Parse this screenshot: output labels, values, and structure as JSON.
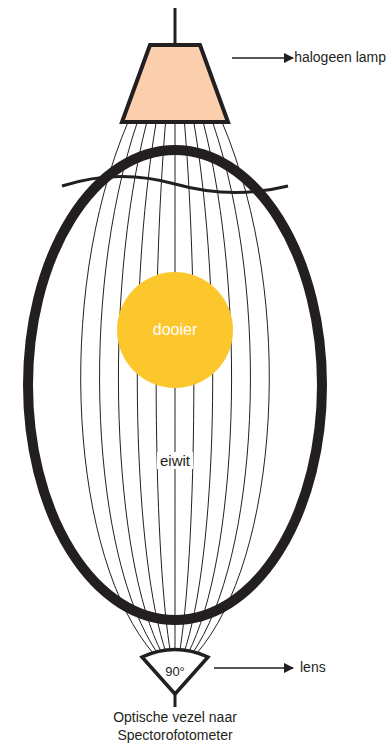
{
  "diagram": {
    "nodes": [
      {
        "text": [
          "eiwit"
        ]
      },
      {
        "text": [
          "dooier"
        ],
        "in": 0
      },
      {
        "text": [
          "90°"
        ]
      }
    ],
    "labels": [
      "halogeen lamp",
      "lens",
      "Optische vezel naar Spectorofotometer"
    ]
  }
}
